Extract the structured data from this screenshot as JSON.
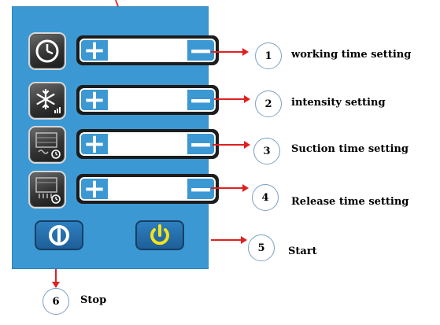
{
  "controls": {
    "plus_symbol": "+",
    "minus_symbol": "−"
  },
  "callouts": [
    {
      "number": "1",
      "label": "working time setting"
    },
    {
      "number": "2",
      "label": "intensity setting"
    },
    {
      "number": "3",
      "label": "Suction time setting"
    },
    {
      "number": "4",
      "label": "Release time setting"
    },
    {
      "number": "5",
      "label": "Start"
    },
    {
      "number": "6",
      "label": "Stop"
    }
  ],
  "icons": {
    "row1": "clock-icon",
    "row2": "snowflake-intensity-icon",
    "row3": "suction-timer-icon",
    "row4": "release-timer-icon",
    "stop": "power-icon-white",
    "start": "power-icon-yellow"
  },
  "colors": {
    "panel": "#3b98d3",
    "arrow": "#e02020",
    "start_power": "#f4e21a",
    "stop_power": "#ffffff"
  }
}
